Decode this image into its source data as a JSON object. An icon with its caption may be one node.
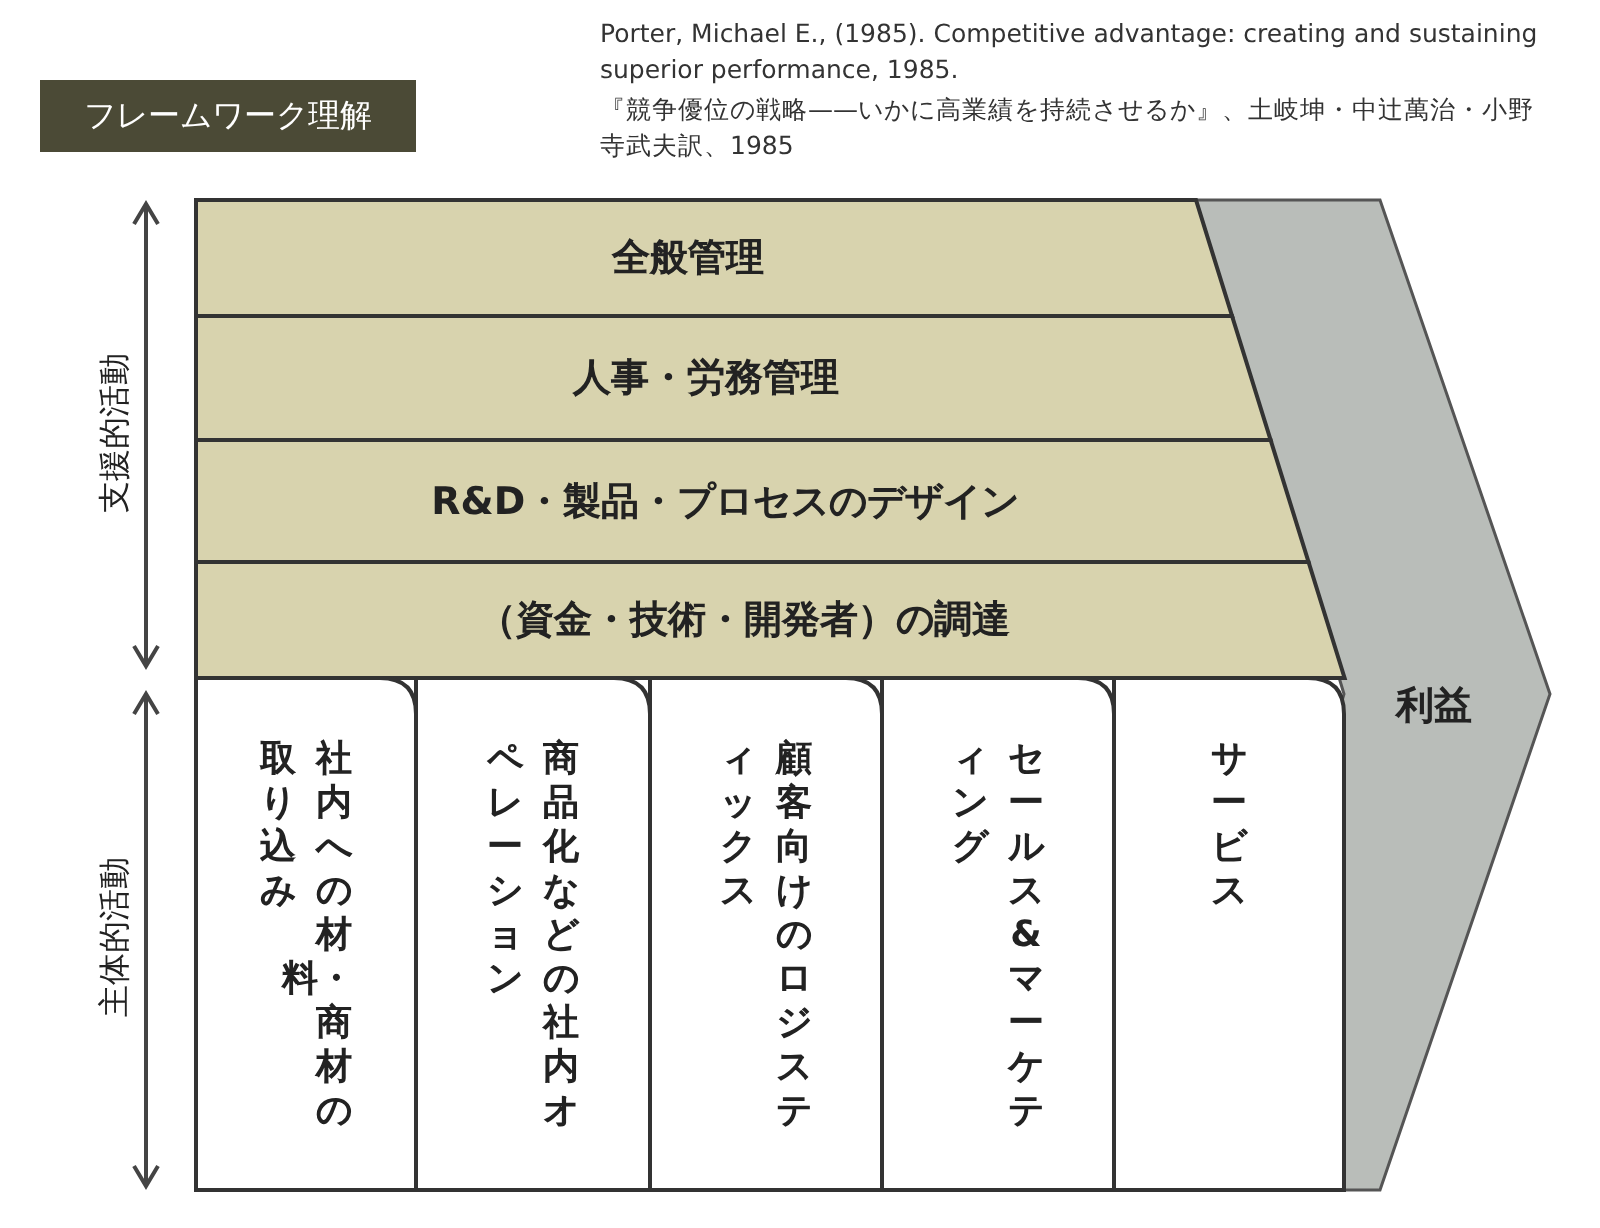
{
  "diagram": {
    "nodes": [
      {
        "text": [
          "フレームワーク理解"
        ]
      },
      {
        "text": [
          "全般管理"
        ]
      },
      {
        "text": [
          "人事・労務管理"
        ]
      },
      {
        "text": [
          "R&D・製品・プロセスのデザイン"
        ]
      },
      {
        "text": [
          "（資金・技術・開発者）の調達"
        ]
      },
      {
        "text": [
          "社内への材料・商材の取り込み"
        ]
      },
      {
        "text": [
          "商品化などの社内オペレーション"
        ]
      },
      {
        "text": [
          "顧客向けのロジスティックス"
        ]
      },
      {
        "text": [
          "セールス&マーケティング"
        ]
      },
      {
        "text": [
          "サービス"
        ]
      },
      {
        "text": [
          "利益"
        ]
      }
    ],
    "edges": [],
    "labels": [
      "Porter, Michael E., (1985). Competitive advantage: creating and sustaining superior performance, 1985.",
      "『競争優位の戦略——いかに高業績を持続させるか』、土岐坤・中辻萬治・小野寺武夫訳、1985",
      "支援的活動",
      "主体的活動"
    ]
  }
}
